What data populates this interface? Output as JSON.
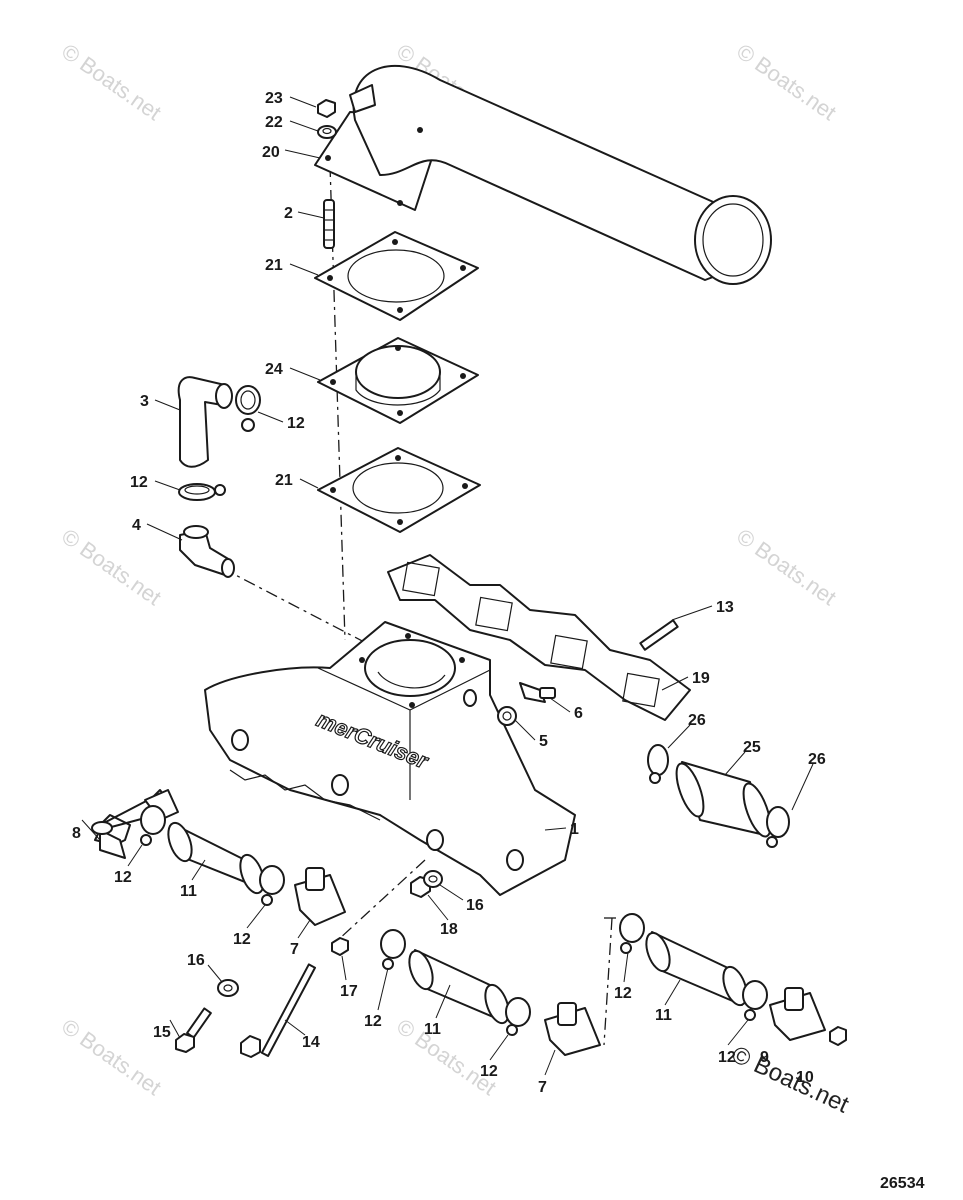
{
  "watermarks": [
    "© Boats.net",
    "© Boats.net",
    "© Boats.net",
    "© Boats.net",
    "© Boats.net",
    "© Boats.net",
    "© Boats.net",
    "© Boats.net"
  ],
  "brand_casting": "merCruiser",
  "drawing_number": "26534",
  "callouts": [
    "23",
    "22",
    "20",
    "2",
    "21",
    "24",
    "3",
    "12",
    "12",
    "21",
    "4",
    "13",
    "19",
    "6",
    "5",
    "26",
    "25",
    "26",
    "1",
    "8",
    "12",
    "11",
    "12",
    "7",
    "16",
    "18",
    "16",
    "17",
    "12",
    "11",
    "12",
    "7",
    "12",
    "11",
    "12",
    "9",
    "10",
    "15",
    "14"
  ]
}
